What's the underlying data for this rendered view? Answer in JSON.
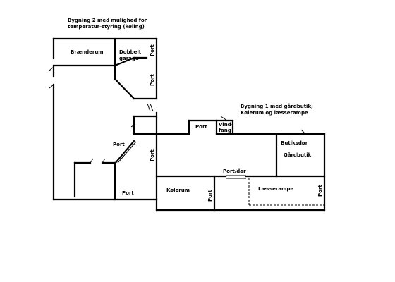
{
  "titles": {
    "building2_line1": "Bygning 2 med mulighed for",
    "building2_line2": "temperatur-styring (køling)",
    "building1_line1": "Bygning 1 med gårdbutik,",
    "building1_line2": "Kølerum og læsserampe"
  },
  "rooms": {
    "braenderum": "Brænderum",
    "dobbelt_line1": "Dobbelt",
    "dobbelt_line2": "garage",
    "vindfang_line1": "Vind-",
    "vindfang_line2": "fang",
    "butiksdor": "Butiksdør",
    "gardbutik": "Gårdbutik",
    "kolerum": "Kølerum",
    "laesserampe": "Læsserampe"
  },
  "doors": {
    "port_garage_top": "Port",
    "port_garage_bottom": "Port",
    "port_diagonal": "Port",
    "port_middle_vertical": "Port",
    "port_bottom": "Port",
    "port_top_b1": "Port",
    "port_dor": "Port/dør",
    "port_kolerum": "Port",
    "port_right": "Port"
  }
}
